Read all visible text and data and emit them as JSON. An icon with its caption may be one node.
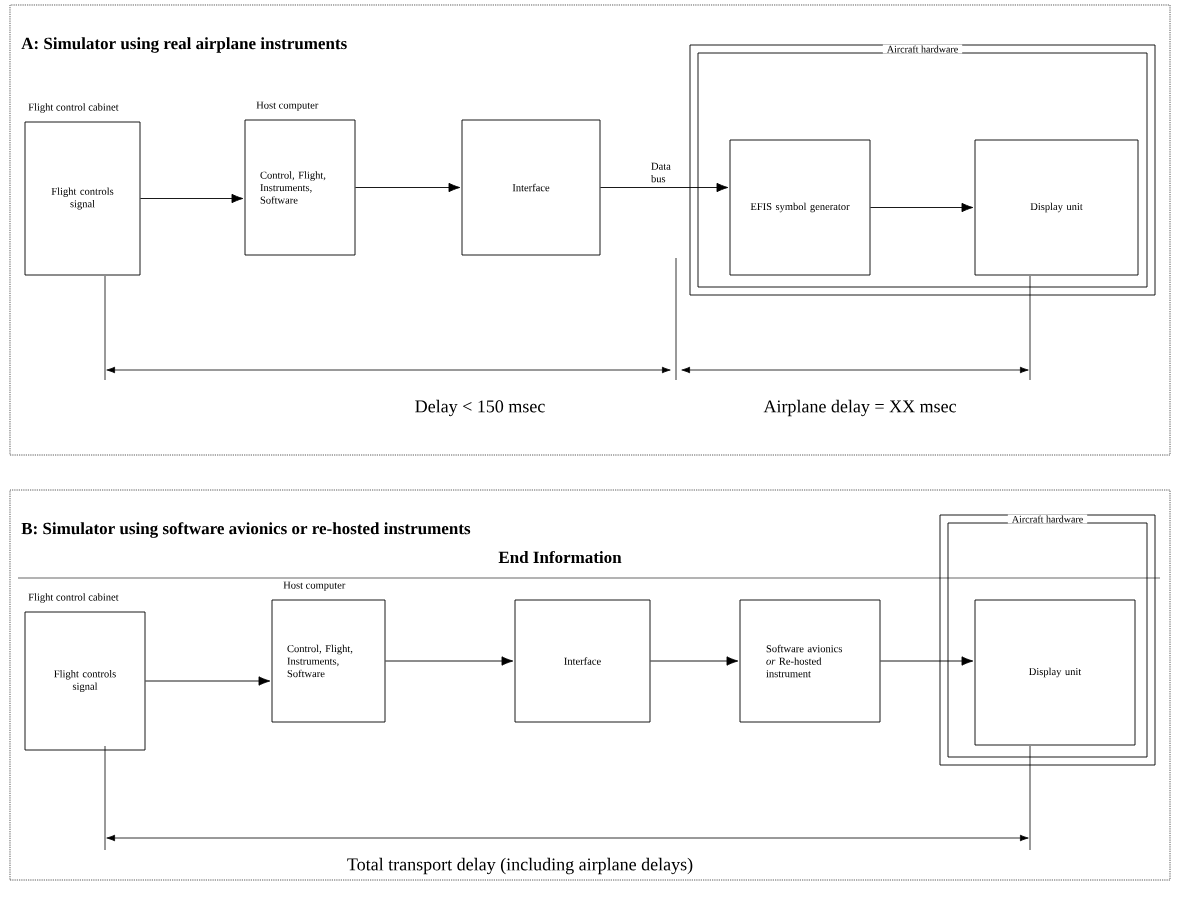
{
  "diagram": {
    "nodes": [
      {
        "text": [
          "A:  Simulator using real airplane instruments"
        ]
      },
      {
        "text": [
          "Flight control cabinet",
          "Flight controls signal"
        ],
        "in": 0
      },
      {
        "text": [
          "Host computer",
          "Control, Flight, Instruments, Software"
        ],
        "in": 0
      },
      {
        "text": [
          "Interface"
        ],
        "in": 0
      },
      {
        "text": [
          "Aircraft hardware"
        ],
        "in": 0
      },
      {
        "text": [
          "EFIS symbol generator"
        ],
        "in": 4
      },
      {
        "text": [
          "Display unit"
        ],
        "in": 4
      },
      {
        "text": [
          "B:  Simulator using software avionics or re-hosted instruments"
        ]
      },
      {
        "text": [
          "Flight control cabinet",
          "Flight controls signal"
        ],
        "in": 7
      },
      {
        "text": [
          "Host computer",
          "Control, Flight, Instruments, Software"
        ],
        "in": 7
      },
      {
        "text": [
          "Interface"
        ],
        "in": 7
      },
      {
        "text": [
          "Software avionics *or* Re-hosted instrument"
        ],
        "in": 7
      },
      {
        "text": [
          "Aircraft hardware"
        ],
        "in": 7
      },
      {
        "text": [
          "Display unit"
        ],
        "in": 12
      }
    ],
    "edges": [
      {
        "from": 1,
        "to": 2,
        "arrow": "to"
      },
      {
        "from": 2,
        "to": 3,
        "arrow": "to"
      },
      {
        "from": 3,
        "to": 5,
        "arrow": "to",
        "label": "Data bus"
      },
      {
        "from": 5,
        "to": 6,
        "arrow": "to"
      },
      {
        "from": 8,
        "to": 9,
        "arrow": "to"
      },
      {
        "from": 9,
        "to": 10,
        "arrow": "to"
      },
      {
        "from": 10,
        "to": 11,
        "arrow": "to"
      },
      {
        "from": 11,
        "to": 13,
        "arrow": "to"
      }
    ],
    "labels": [
      "Delay < 150 msec",
      "Airplane delay = XX msec",
      "End Information",
      "Total transport delay (including airplane delays)"
    ]
  }
}
